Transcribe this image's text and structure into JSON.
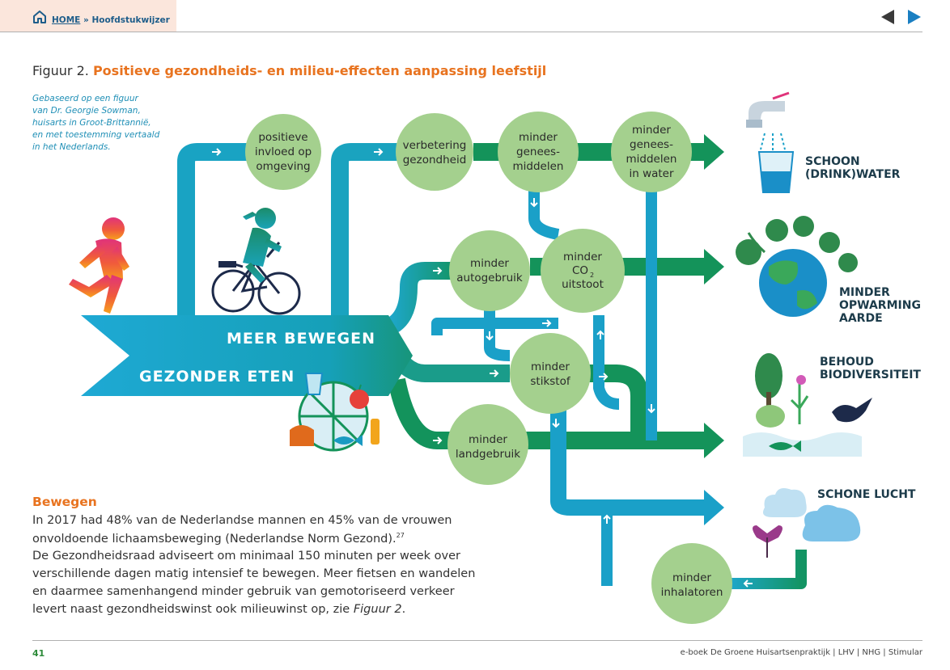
{
  "nav": {
    "home": "HOME",
    "separator": " » ",
    "section": "Hoofdstukwijzer"
  },
  "figure": {
    "prefix": "Figuur 2.",
    "title": "Positieve gezondheids- en milieu-effecten aanpassing leefstijl",
    "credit_lines": [
      "Gebaseerd op een figuur",
      "van Dr. Georgie Sowman,",
      "huisarts in Groot-Brittannië,",
      "en met toestemming vertaald",
      "in het Nederlands."
    ]
  },
  "band": {
    "line1": "MEER BEWEGEN",
    "line2": "GEZONDER ETEN"
  },
  "nodes": {
    "omgeving": [
      "positieve",
      "invloed op",
      "omgeving"
    ],
    "gezondheid": [
      "verbetering",
      "gezondheid"
    ],
    "geneesmiddelen": [
      "minder",
      "genees-",
      "middelen"
    ],
    "water": [
      "minder",
      "genees-",
      "middelen",
      "in water"
    ],
    "autogebruik": [
      "minder",
      "autogebruik"
    ],
    "co2": [
      "minder",
      "CO",
      "2",
      "uitstoot"
    ],
    "stikstof": [
      "minder",
      "stikstof"
    ],
    "landgebruik": [
      "minder",
      "landgebruik"
    ],
    "inhalatoren": [
      "minder",
      "inhalatoren"
    ]
  },
  "outcomes": {
    "water": [
      "SCHOON",
      "(DRINK)WATER"
    ],
    "warming": [
      "MINDER",
      "OPWARMING",
      "AARDE"
    ],
    "biodiversity": [
      "BEHOUD",
      "BIODIVERSITEIT"
    ],
    "air": [
      "SCHONE LUCHT"
    ]
  },
  "section": {
    "title": "Bewegen",
    "line1": "In 2017 had 48% van de Nederlandse mannen en 45% van de vrouwen",
    "line2": "onvoldoende lichaamsbeweging (Nederlandse Norm Gezond).",
    "footnote": "27",
    "line3": "De Gezondheidsraad adviseert om minimaal 150 minuten per week over",
    "line4": "verschillende dagen matig intensief te bewegen. Meer fietsen en wandelen",
    "line5": "en daarmee samenhangend minder gebruik van gemotoriseerd verkeer",
    "line6_start": "levert naast gezondheidswinst ook milieuwinst op, zie ",
    "line6_ref": "Figuur 2",
    "line6_end": "."
  },
  "footer": {
    "page": "41",
    "credit": "e-boek De Groene Huisartsenpraktijk | LHV | NHG | Stimular"
  },
  "colors": {
    "accent": "#e8731f",
    "teal": "#1aa3c8",
    "green": "#14935a",
    "circle": "#a4d08e",
    "nav_bg": "#fbe6dc"
  }
}
